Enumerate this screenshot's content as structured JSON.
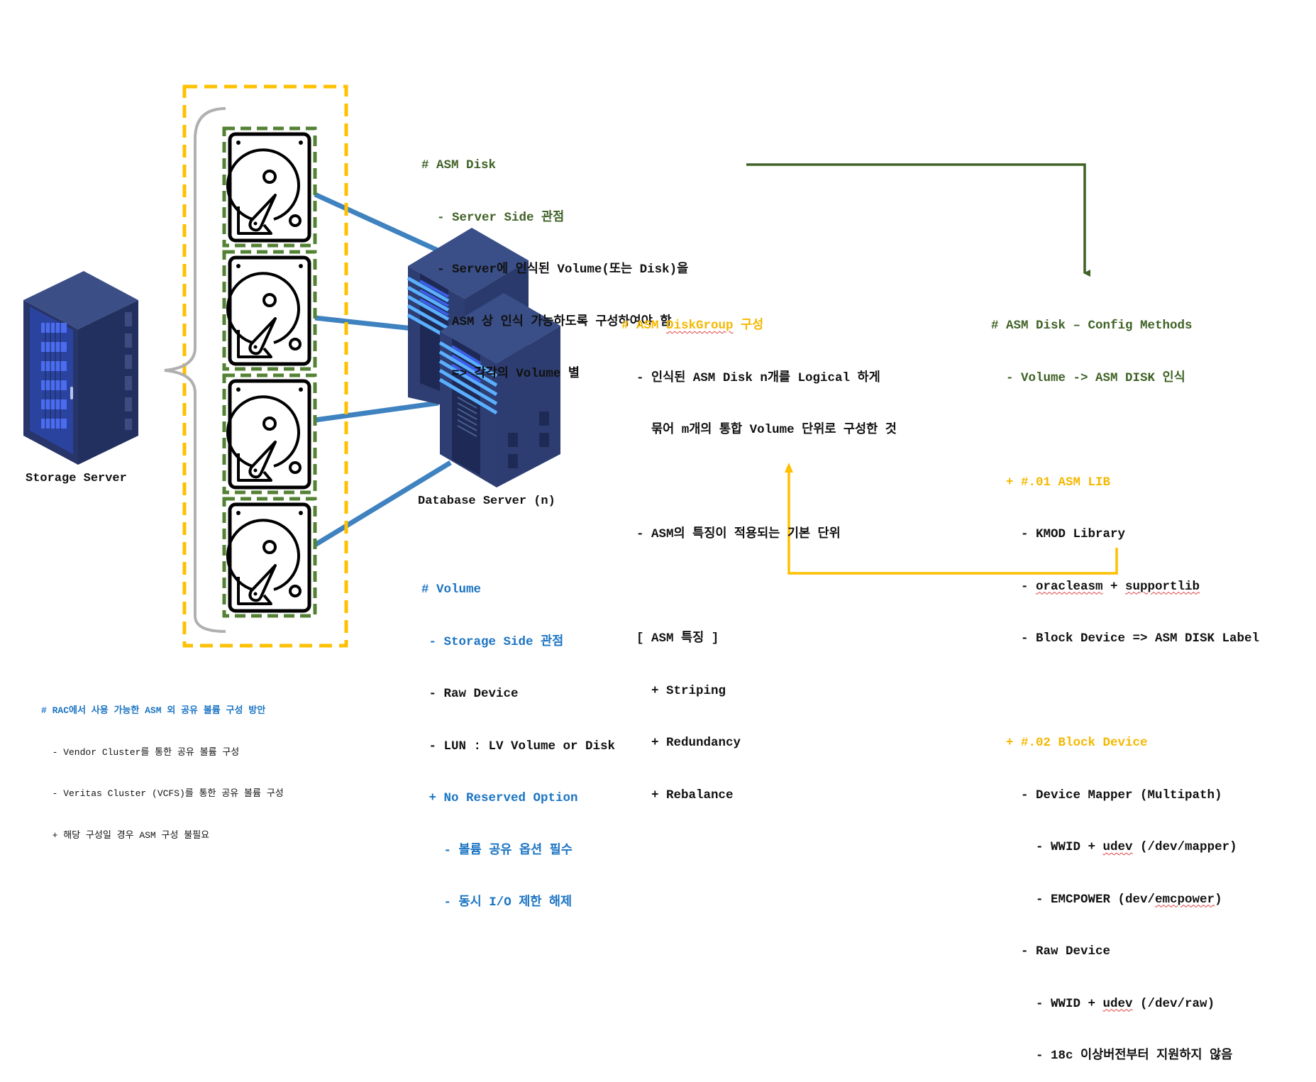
{
  "colors": {
    "asm_disk_green": "#3f6226",
    "diskgroup_yellow": "#f5b800",
    "volume_blue": "#1b74c3",
    "connector_blue": "#3f82c0",
    "disk_border_green": "#548235",
    "group_border_yellow": "#ffc000",
    "server_navy": "#2f3f73"
  },
  "storage_server": {
    "label": "Storage Server",
    "icon": "storage-rack-icon"
  },
  "disks": [
    {
      "icon": "hard-disk-icon"
    },
    {
      "icon": "hard-disk-icon"
    },
    {
      "icon": "hard-disk-icon"
    },
    {
      "icon": "hard-disk-icon"
    }
  ],
  "database_server": {
    "label": "Database Server (n)",
    "icon": "server-tower-icon"
  },
  "asm_disk": {
    "title": "# ASM Disk",
    "perspective": "- Server Side 관점",
    "lines": [
      "- Server에 인식된 Volume(또는 Disk)을",
      "  ASM 상 인식 가능하도록 구성하여야 함",
      "  => 각각의 Volume 별"
    ]
  },
  "asm_diskgroup": {
    "title_prefix": "# ASM ",
    "title_word": "DiskGroup",
    "title_suffix": " 구성",
    "lines": [
      "  - 인식된 ASM Disk n개를 Logical 하게",
      "    묶어 m개의 통합 Volume 단위로 구성한 것",
      "",
      "  - ASM의 특징이 적용되는 기본 단위",
      "",
      "  [ ASM 특징 ]",
      "    + Striping",
      "    + Redundancy",
      "    + Rebalance"
    ]
  },
  "config_methods": {
    "title": "# ASM Disk – Config Methods",
    "subtitle": "  - Volume -> ASM DISK 인식",
    "method1": {
      "title": "  + #.01 ASM LIB",
      "items": [
        {
          "pre": "    - KMOD Library"
        },
        {
          "pre": "    - ",
          "w1": "oracleasm",
          "mid": " + ",
          "w2": "supportlib"
        },
        {
          "pre": "    - Block Device => ASM DISK Label"
        }
      ]
    },
    "method2": {
      "title": "  + #.02 Block Device",
      "items": [
        {
          "pre": "    - Device Mapper (Multipath)"
        },
        {
          "pre": "      - WWID + ",
          "w1": "udev",
          "mid": " (/dev/mapper)"
        },
        {
          "pre": "      - EMCPOWER (dev/",
          "w1": "emcpower",
          "mid": ")"
        },
        {
          "pre": "    - Raw Device"
        },
        {
          "pre": "      - WWID + ",
          "w1": "udev",
          "mid": " (/dev/raw)"
        },
        {
          "pre": "      - 18c 이상버전부터 지원하지 않음"
        }
      ]
    }
  },
  "volume": {
    "title": "# Volume",
    "perspective": " - Storage Side 관점",
    "lines": [
      " - Raw Device",
      " - LUN : LV Volume or Disk"
    ],
    "option": " + No Reserved Option",
    "option_lines": [
      "   - 볼륨 공유 옵션 필수",
      "   - 동시 I/O 제한 해제"
    ]
  },
  "rac_note": {
    "title": "# RAC에서 사용 가능한 ASM 외 공유 볼륨 구성 방안",
    "lines": [
      "  - Vendor Cluster를 통한 공유 볼륨 구성",
      "  - Veritas Cluster (VCFS)를 통한 공유 볼륨 구성",
      "  + 해당 구성일 경우 ASM 구성 불필요"
    ]
  }
}
